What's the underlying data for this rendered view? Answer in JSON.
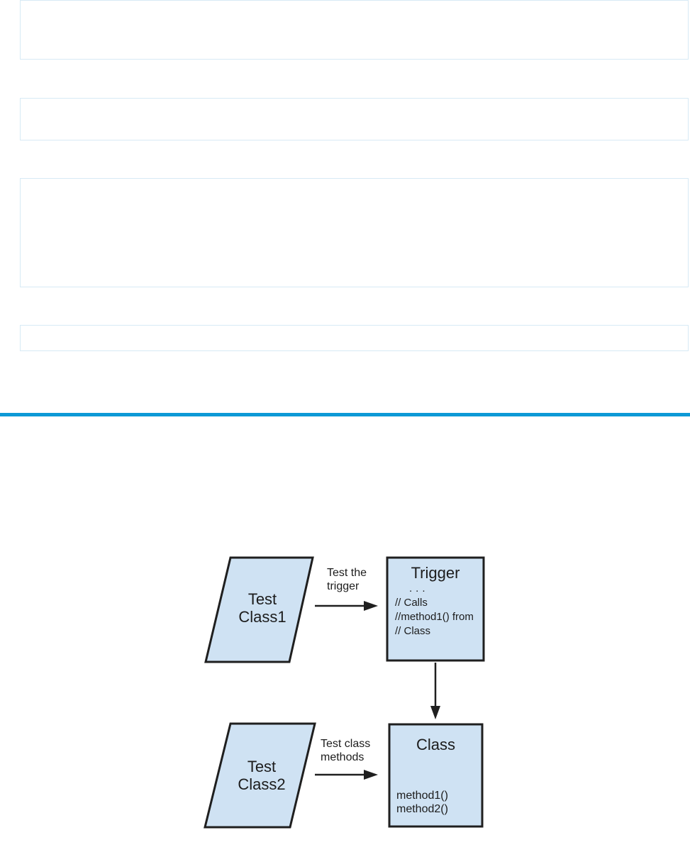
{
  "colors": {
    "divider": "#0d99d6",
    "placeholder_border": "#d7eaf5",
    "shape_fill": "#cfe2f3",
    "shape_stroke": "#1f1f1f",
    "arrow_stroke": "#1f1f1f",
    "text": "#1c1c1c"
  },
  "diagram": {
    "test_class1_label": "Test\nClass1",
    "test_class2_label": "Test\nClass2",
    "arrow1_label": "Test the\ntrigger",
    "arrow2_label": "Test class\nmethods",
    "trigger_box": {
      "title": "Trigger",
      "ellipsis": "...",
      "comments": "// Calls\n//method1() from\n// Class"
    },
    "class_box": {
      "title": "Class",
      "methods": "method1()\nmethod2()"
    }
  }
}
